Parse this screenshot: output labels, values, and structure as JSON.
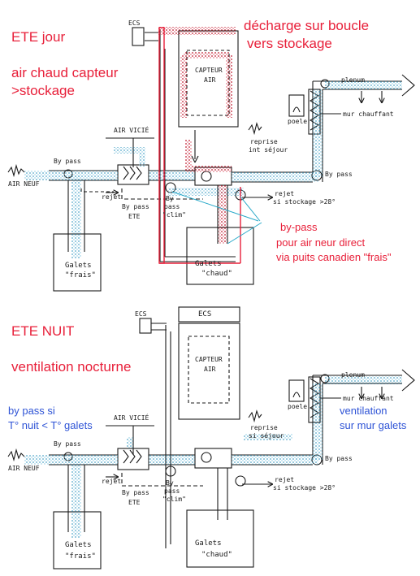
{
  "top": {
    "title": "ETE  jour",
    "subtitle_line1": "air chaud capteur",
    "subtitle_line2": ">stockage",
    "annotation_line1": "décharge  sur boucle",
    "annotation_line2": "vers  stockage",
    "bypass_note_line1": "by-pass",
    "bypass_note_line2": "pour air neur direct",
    "bypass_note_line3": "via puits canadien  \"frais\"",
    "labels": {
      "ecs": "ECS",
      "capteur": "CAPTEUR",
      "air": "AIR",
      "air_vicie": "AIR VICIÉ",
      "air_neuf": "AIR NEUF",
      "by_pass": "By pass",
      "rejet": "rejet",
      "by_pass_ete_1": "By pass",
      "by_pass_ete_2": "ETE",
      "bypass_clim_1": "By",
      "bypass_clim_2": "pass",
      "bypass_clim_3": "\"clim\"",
      "reprise_1": "reprise",
      "reprise_2": "int séjour",
      "rejet_stockage_1": "rejet",
      "rejet_stockage_2": "si stockage >28°",
      "galets_frais_1": "Galets",
      "galets_frais_2": "\"frais\"",
      "galets_chaud_1": "Galets",
      "galets_chaud_2": "\"chaud\"",
      "poele": "poele",
      "mur_chauffant": "mur chauffant",
      "plenum": "plenum",
      "by_pass_right": "By pass"
    }
  },
  "bottom": {
    "title": "ETE NUIT",
    "subtitle": "ventilation nocturne",
    "left_note_line1": "by pass si",
    "left_note_line2": "T° nuit   < T° galets",
    "right_note_line1": "ventilation",
    "right_note_line2": "sur mur galets",
    "labels": {
      "ecs": "ECS",
      "ecs_box": "ECS",
      "capteur": "CAPTEUR",
      "air": "AIR",
      "air_vicie": "AIR VICIÉ",
      "air_neuf": "AIR NEUF",
      "by_pass": "By pass",
      "rejet": "rejet",
      "by_pass_ete_1": "By pass",
      "by_pass_ete_2": "ETE",
      "bypass_clim_1": "By",
      "bypass_clim_2": "pass",
      "bypass_clim_3": "\"clim\"",
      "reprise_1": "reprise",
      "reprise_2": "si séjour",
      "rejet_stockage_1": "rejet",
      "rejet_stockage_2": "si stockage >28°",
      "galets_frais_1": "Galets",
      "galets_frais_2": "\"frais\"",
      "galets_chaud_1": "Galets",
      "galets_chaud_2": "\"chaud\"",
      "poele": "poele",
      "mur_chauffant": "mur chauffant",
      "plenum": "plenum",
      "by_pass_right": "By pass"
    }
  },
  "colors": {
    "annotation_red": "#e8203a",
    "annotation_blue": "#2f54d6",
    "airflow_blue": "#4aa3c8",
    "hot_air_red": "#c0182b",
    "bypass_cyan": "#29a9c9",
    "ink": "#1a1a1a"
  }
}
